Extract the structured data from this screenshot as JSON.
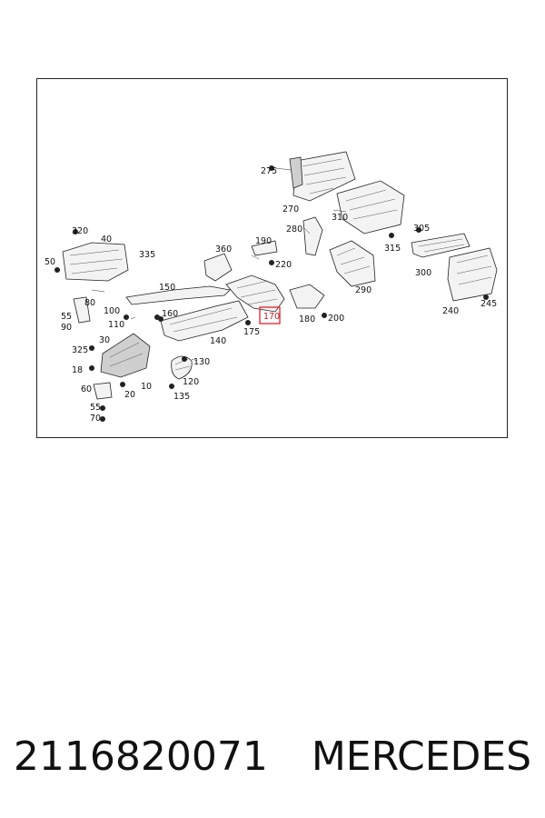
{
  "diagram": {
    "highlighted_callout": "170",
    "callouts": [
      "275",
      "270",
      "310",
      "305",
      "280",
      "315",
      "320",
      "40",
      "335",
      "360",
      "190",
      "220",
      "300",
      "50",
      "150",
      "290",
      "245",
      "100",
      "80",
      "55",
      "90",
      "110",
      "160",
      "170",
      "180",
      "200",
      "240",
      "30",
      "175",
      "325",
      "140",
      "130",
      "18",
      "10",
      "120",
      "60",
      "20",
      "135",
      "55",
      "70"
    ]
  },
  "caption": {
    "part_number": "2116820071",
    "brand": "MERCEDES"
  }
}
